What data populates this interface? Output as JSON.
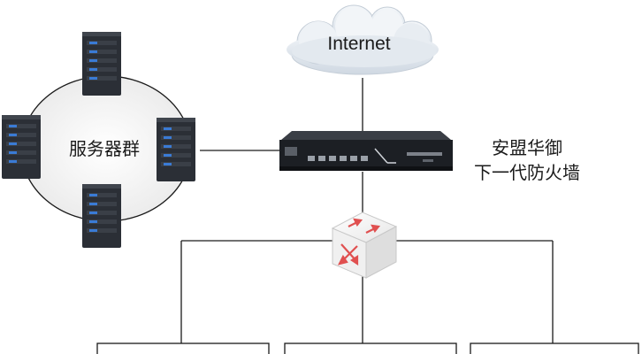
{
  "cloud": {
    "label": "Internet",
    "color": "#d9e1ea"
  },
  "server_cluster": {
    "label": "服务器群",
    "server_count": 4
  },
  "firewall": {
    "brand_line1": "安盟华御",
    "brand_line2": "下一代防火墙"
  },
  "switch": {
    "icon": "network-switch-icon",
    "arrow_color": "#e05050"
  },
  "endpoints": {
    "count": 3
  },
  "colors": {
    "line": "#1a1a1a",
    "server_led": "#3a7bd5",
    "server_body": "#2b2f36",
    "device_body": "#1c1f24"
  }
}
